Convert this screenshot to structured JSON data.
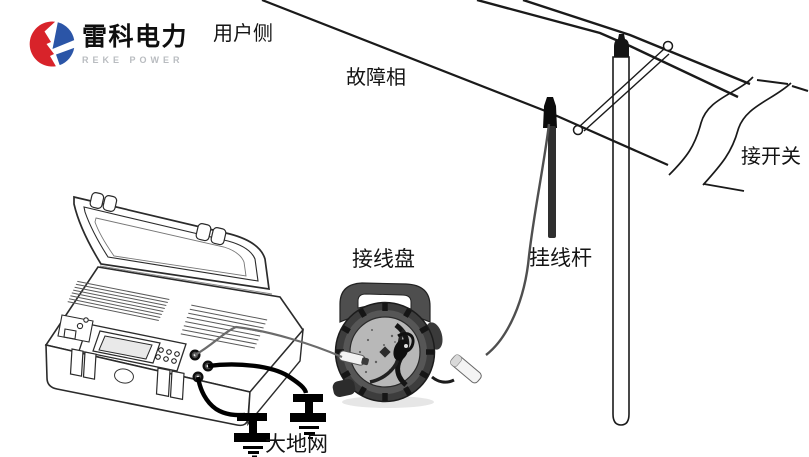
{
  "page": {
    "background_color": "#ffffff"
  },
  "logo": {
    "icon": "reke-power-logo-icon",
    "company_name": "雷科电力",
    "company_name_en": "REKE POWER",
    "colors": {
      "brand_red": "#d8232a",
      "brand_blue": "#2b55a7",
      "tagline_gray": "#b9bcc0"
    }
  },
  "diagram": {
    "labels": {
      "user_side": "用户侧",
      "fault_phase": "故障相",
      "to_switch": "接开关",
      "cable_reel": "接线盘",
      "hanging_rod": "挂线杆",
      "earth_grid": "大地网"
    },
    "figures": [
      "fault-locator-instrument",
      "cable-reel",
      "hanging-rod",
      "utility-pole",
      "overhead-lines",
      "line-break-mark",
      "ground-stakes"
    ],
    "line_color": "#1a1a1a",
    "cable_color": "#000000"
  }
}
